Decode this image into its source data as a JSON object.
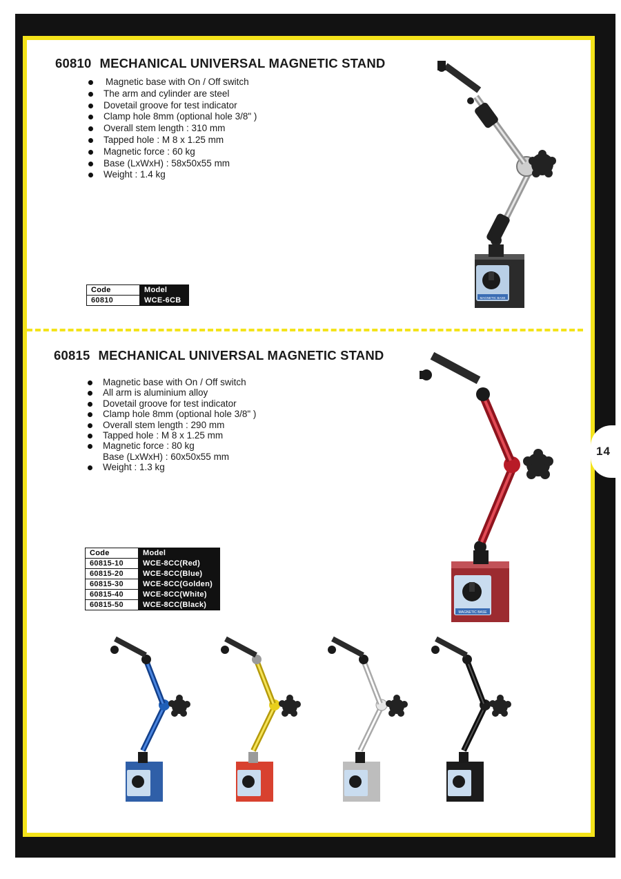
{
  "page_number": "14",
  "products": [
    {
      "code": "60810",
      "title": "MECHANICAL UNIVERSAL MAGNETIC STAND",
      "features": [
        "Magnetic base with On / Off switch",
        "The arm and cylinder are steel",
        "Dovetail groove for test indicator",
        "Clamp hole 8mm (optional hole 3/8\"  )",
        "Overall stem length : 310 mm",
        "Tapped hole : M 8 x 1.25 mm",
        "Magnetic force : 60 kg",
        "Base (LxWxH) : 58x50x55 mm",
        "Weight :  1.4    kg"
      ],
      "table": {
        "headers": [
          "Code",
          "Model"
        ],
        "rows": [
          [
            "60810",
            "WCE-6CB"
          ]
        ]
      },
      "base_label": "MAGNETIC BASE"
    },
    {
      "code": "60815",
      "title": "MECHANICAL UNIVERSAL MAGNETIC STAND",
      "features": [
        "Magnetic base with On / Off switch",
        "All arm is aluminium alloy",
        "Dovetail groove for test indicator",
        "Clamp hole 8mm (optional hole 3/8\"  )",
        "Overall stem length : 290 mm",
        "Tapped hole : M 8 x 1.25 mm",
        "Magnetic force : 80 kg",
        "Base (LxWxH) : 60x50x55 mm",
        "Weight :  1.3     kg"
      ],
      "table": {
        "headers": [
          "Code",
          "Model"
        ],
        "rows": [
          [
            "60815-10",
            "WCE-8CC(Red)"
          ],
          [
            "60815-20",
            "WCE-8CC(Blue)"
          ],
          [
            "60815-30",
            "WCE-8CC(Golden)"
          ],
          [
            "60815-40",
            "WCE-8CC(White)"
          ],
          [
            "60815-50",
            "WCE-8CC(Black)"
          ]
        ]
      },
      "base_label": "MAGNETIC BASE"
    }
  ],
  "colors": {
    "frame": "#121212",
    "accent_yellow": "#f4e31a",
    "steel": "#c9c9c9",
    "red": "#c41e2a",
    "blue": "#1f5fb8",
    "gold": "#e8cf1c",
    "white": "#e6e6e6",
    "black": "#1c1c1c"
  }
}
